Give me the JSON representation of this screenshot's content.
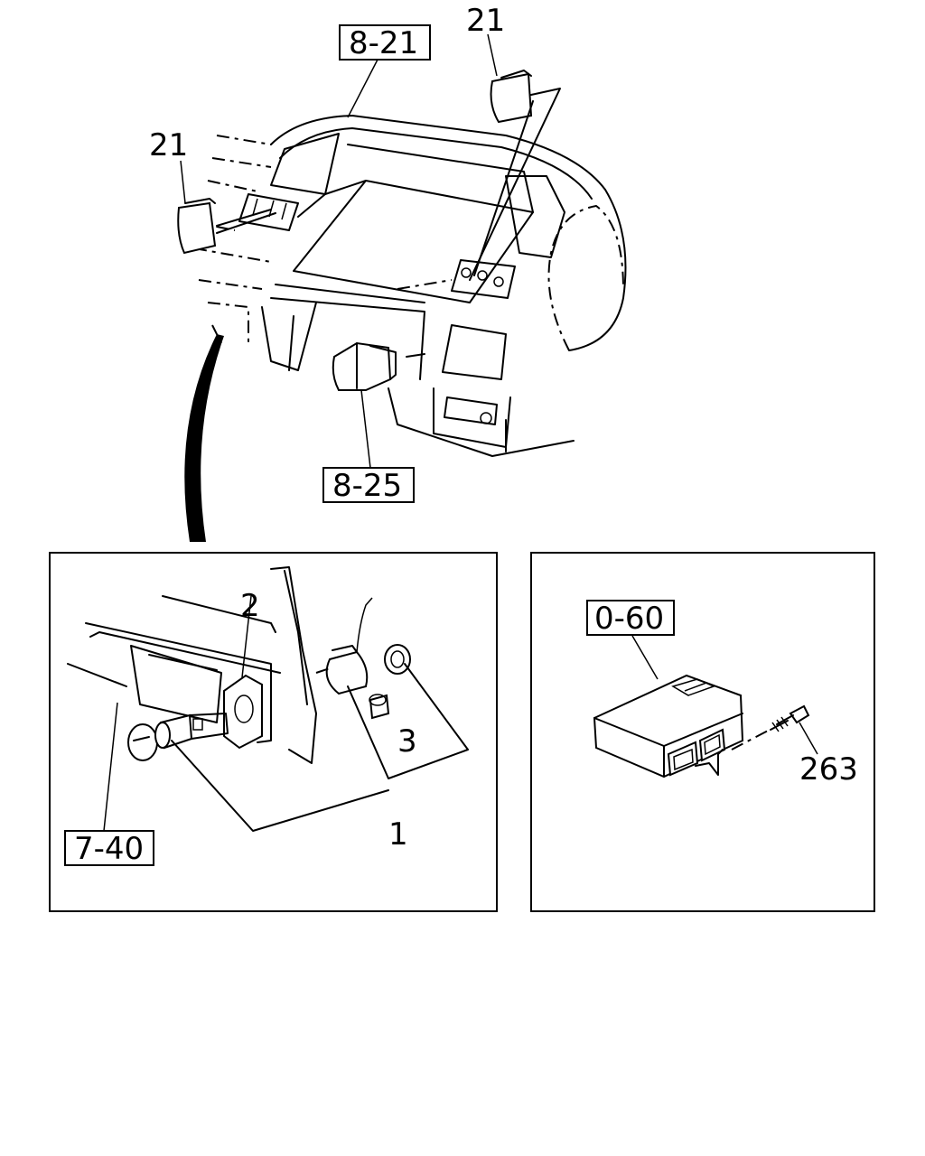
{
  "reference_boxes": {
    "instrument_panel": "8-21",
    "hazard_switch": "8-25",
    "console": "7-40",
    "control_unit": "0-60"
  },
  "part_numbers": {
    "speaker_left": "21",
    "speaker_right": "21",
    "lighter_assembly": "1",
    "lighter_ring": "2",
    "screw": "3",
    "bolt": "263"
  }
}
